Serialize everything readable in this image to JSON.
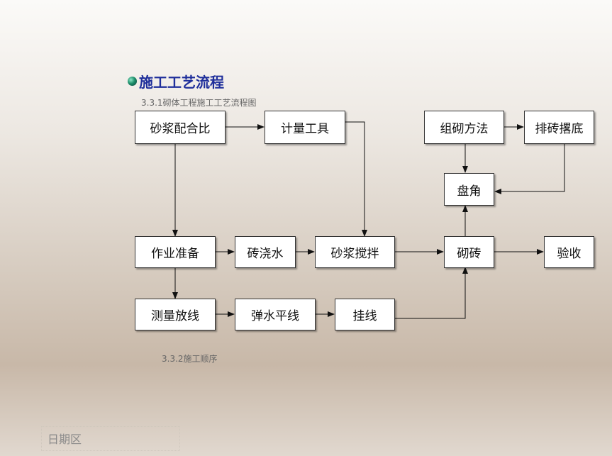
{
  "title": "施工工艺流程",
  "subtitle": "3.3.1砌体工程施工工艺流程图",
  "section2": "3.3.2施工顺序",
  "date_placeholder": "日期区",
  "colors": {
    "title": "#1f2f9b",
    "box_border": "#333333"
  },
  "diagram": {
    "nodes": {
      "mortar_mix": "砂浆配合比",
      "metering_tools": "计量工具",
      "method": "组砌方法",
      "layout_bricks": "排砖撂底",
      "corner": "盘角",
      "prep": "作业准备",
      "wet_bricks": "砖浇水",
      "mortar_stir": "砂浆搅拌",
      "brick_laying": "砌砖",
      "acceptance": "验收",
      "survey": "测量放线",
      "chalk_line": "弹水平线",
      "hang_line": "挂线"
    },
    "edges": [
      [
        "mortar_mix",
        "metering_tools"
      ],
      [
        "metering_tools",
        "mortar_stir"
      ],
      [
        "mortar_mix",
        "prep"
      ],
      [
        "method",
        "layout_bricks"
      ],
      [
        "method",
        "corner"
      ],
      [
        "layout_bricks",
        "corner"
      ],
      [
        "prep",
        "wet_bricks"
      ],
      [
        "wet_bricks",
        "mortar_stir"
      ],
      [
        "mortar_stir",
        "brick_laying"
      ],
      [
        "brick_laying",
        "corner"
      ],
      [
        "brick_laying",
        "acceptance"
      ],
      [
        "prep",
        "survey"
      ],
      [
        "survey",
        "chalk_line"
      ],
      [
        "chalk_line",
        "hang_line"
      ],
      [
        "hang_line",
        "brick_laying"
      ]
    ]
  }
}
